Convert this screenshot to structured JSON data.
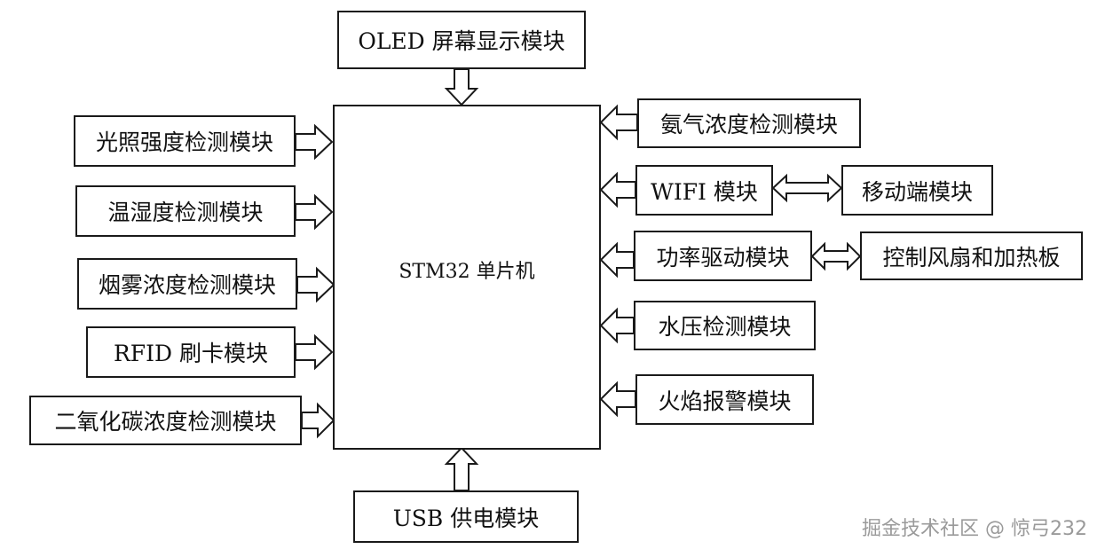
{
  "diagram": {
    "mcu": "STM32 单片机",
    "top": "OLED 屏幕显示模块",
    "bottom": "USB 供电模块",
    "left": [
      "光照强度检测模块",
      "温湿度检测模块",
      "烟雾浓度检测模块",
      "RFID 刷卡模块",
      "二氧化碳浓度检测模块"
    ],
    "right": [
      "氨气浓度检测模块",
      "WIFI 模块",
      "功率驱动模块",
      "水压检测模块",
      "火焰报警模块"
    ],
    "right_extra": [
      "移动端模块",
      "控制风扇和加热板"
    ]
  },
  "watermark": "掘金技术社区 @ 惊弓232"
}
